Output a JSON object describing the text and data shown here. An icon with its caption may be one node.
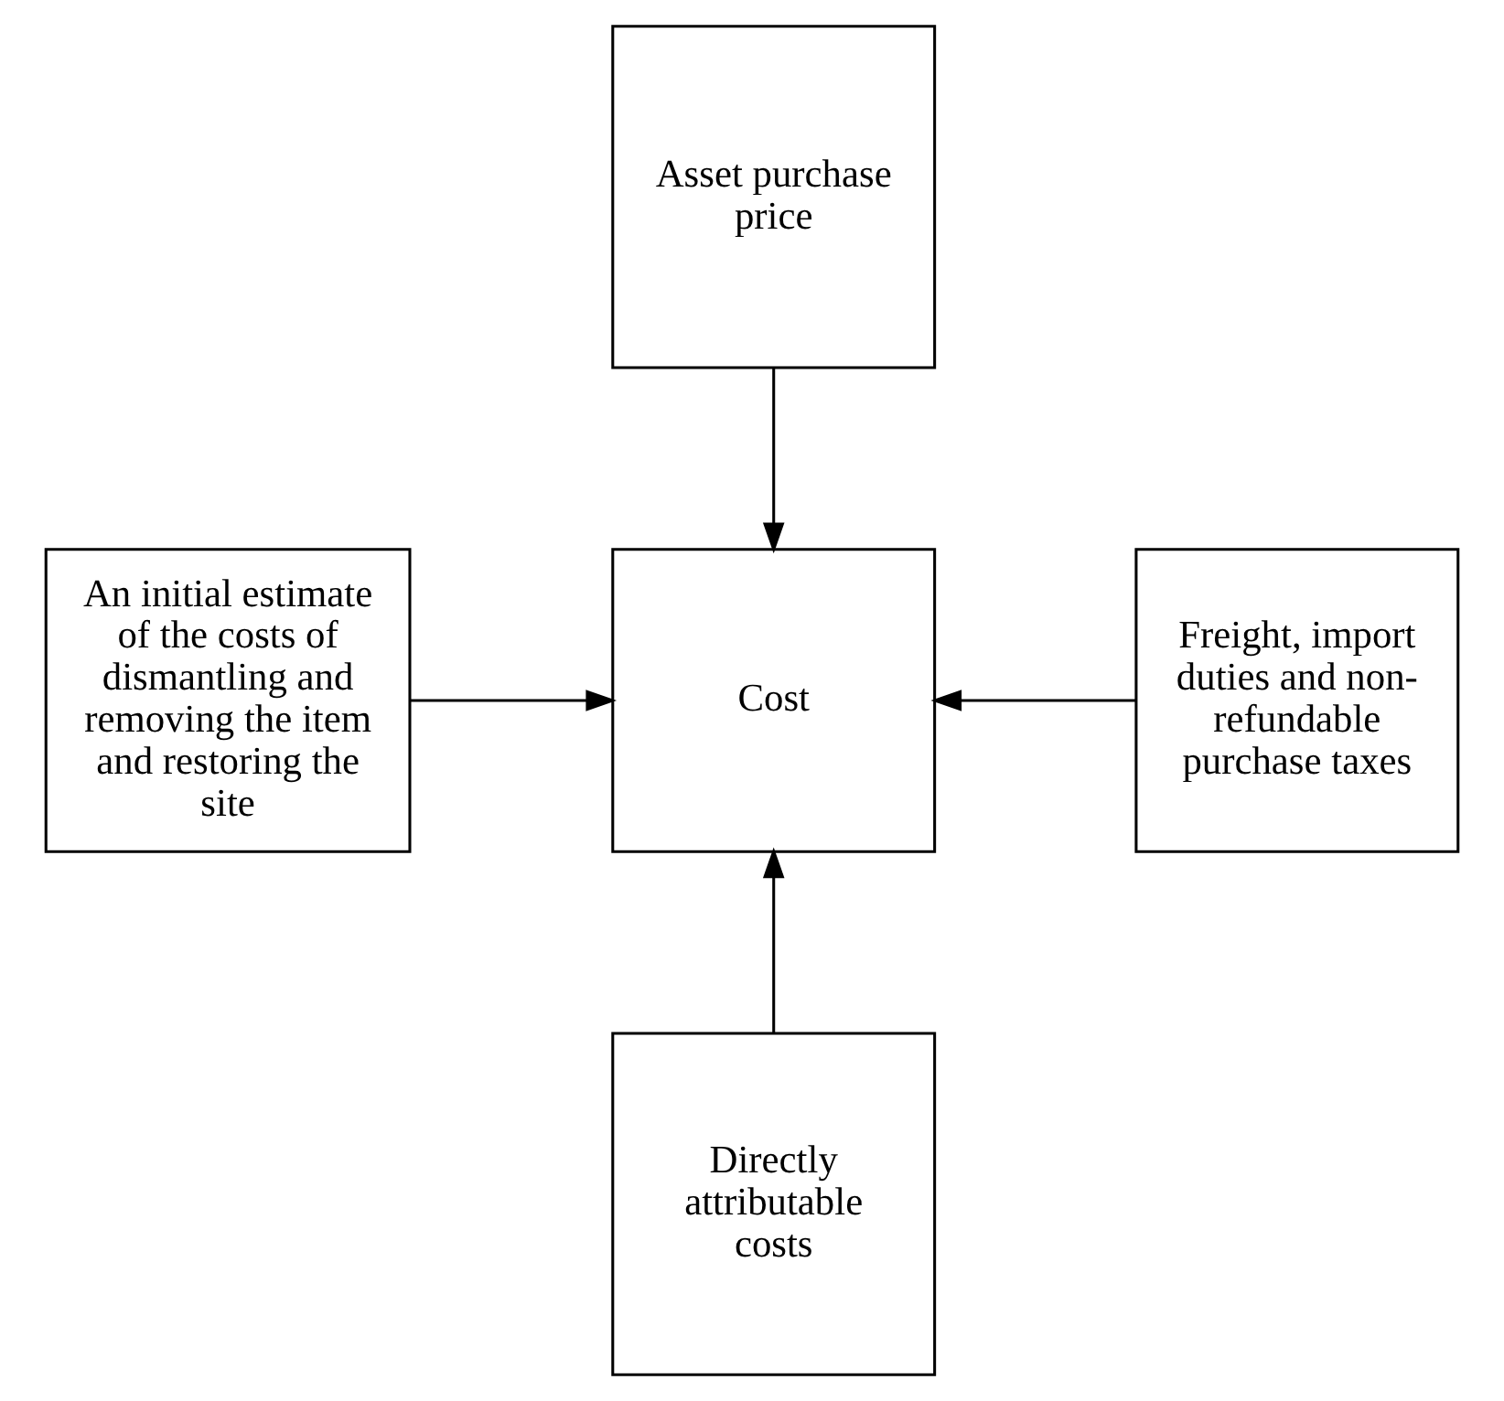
{
  "diagram": {
    "nodes": [
      {
        "text": [
          "Asset purchase price"
        ]
      },
      {
        "text": [
          "An initial estimate of the costs of dismantling and removing the item and restoring the site"
        ]
      },
      {
        "text": [
          "Cost"
        ]
      },
      {
        "text": [
          "Freight, import duties and non-refundable purchase taxes"
        ]
      },
      {
        "text": [
          "Directly attributable costs"
        ]
      }
    ],
    "edges": [
      {
        "from": 0,
        "to": 2,
        "arrow": "to"
      },
      {
        "from": 1,
        "to": 2,
        "arrow": "to"
      },
      {
        "from": 3,
        "to": 2,
        "arrow": "to"
      },
      {
        "from": 4,
        "to": 2,
        "arrow": "to"
      }
    ]
  }
}
